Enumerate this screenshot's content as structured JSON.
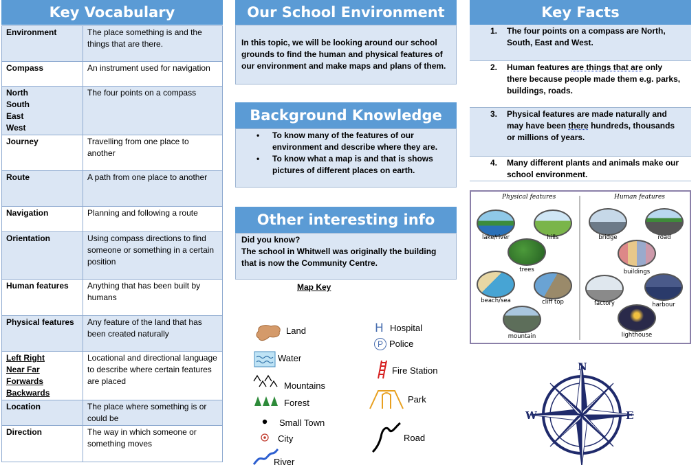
{
  "vocab": {
    "title": "Key Vocabulary",
    "rows": [
      {
        "term": "Environment",
        "def": "The place something is and the things that are there."
      },
      {
        "term": "Compass",
        "def": "An instrument used for navigation"
      },
      {
        "term": "North\nSouth\nEast\nWest",
        "def": "The four points on a compass"
      },
      {
        "term": "Journey",
        "def": "Travelling from one place to another"
      },
      {
        "term": "Route",
        "def": "A path from one place to another"
      },
      {
        "term": "Navigation",
        "def": "Planning and following a route"
      },
      {
        "term": "Orientation",
        "def": "Using compass directions to find someone or something in a certain position"
      },
      {
        "term": "Human features",
        "def": "Anything that has been built by humans"
      },
      {
        "term": "Physical features",
        "def": "Any feature of the land that has been created naturally"
      },
      {
        "term": "Left Right\nNear Far\nForwards\nBackwards",
        "def": "Locational and directional language to describe where certain features are placed"
      },
      {
        "term": "Location",
        "def": "The place where something is or could be"
      },
      {
        "term": "Direction",
        "def": "The way in which someone or something moves"
      }
    ]
  },
  "environment": {
    "title": "Our School Environment",
    "text": "In this topic, we will be looking around our school grounds to find the human and physical features of our environment and make maps and plans of them."
  },
  "background": {
    "title": "Background Knowledge",
    "items": [
      "To know many of the features of our environment and describe where they are.",
      "To know what a map is and that is shows pictures of different places on earth."
    ]
  },
  "other": {
    "title": "Other interesting info",
    "line1": "Did you know?",
    "line2": "The school in Whitwell was originally the building that is now the Community Centre."
  },
  "mapkey": {
    "title": "Map Key",
    "land": "Land",
    "water": "Water",
    "mountains": "Mountains",
    "forest": "Forest",
    "small_town": "Small Town",
    "city": "City",
    "river": "River",
    "hospital": "Hospital",
    "hospital_glyph": "H",
    "police": "Police",
    "police_glyph": "P",
    "fire_station": "Fire Station",
    "park": "Park",
    "road": "Road"
  },
  "facts": {
    "title": "Key Facts",
    "items": [
      {
        "num": "1.",
        "text": "The four points on a compass are North, South, East and West."
      },
      {
        "num": "2.",
        "pre": "Human features ",
        "marked": "are things that are",
        "post": " only there because people made them e.g. parks, buildings, roads."
      },
      {
        "num": "3.",
        "pre": "Physical features are made naturally and may have been ",
        "marked": "there",
        "post": " hundreds, thousands or millions of years."
      },
      {
        "num": "4.",
        "text": "Many different plants and animals make our school environment."
      }
    ]
  },
  "features": {
    "physical_title": "Physical features",
    "human_title": "Human features",
    "physical": [
      "lake/river",
      "hills",
      "trees",
      "beach/sea",
      "cliff top",
      "mountain"
    ],
    "human": [
      "bridge",
      "road",
      "buildings",
      "factory",
      "harbour",
      "lighthouse"
    ]
  },
  "compass": {
    "n": "N",
    "e": "E",
    "w": "W"
  },
  "colors": {
    "header": "#5b9bd5",
    "panel": "#dbe6f4"
  }
}
